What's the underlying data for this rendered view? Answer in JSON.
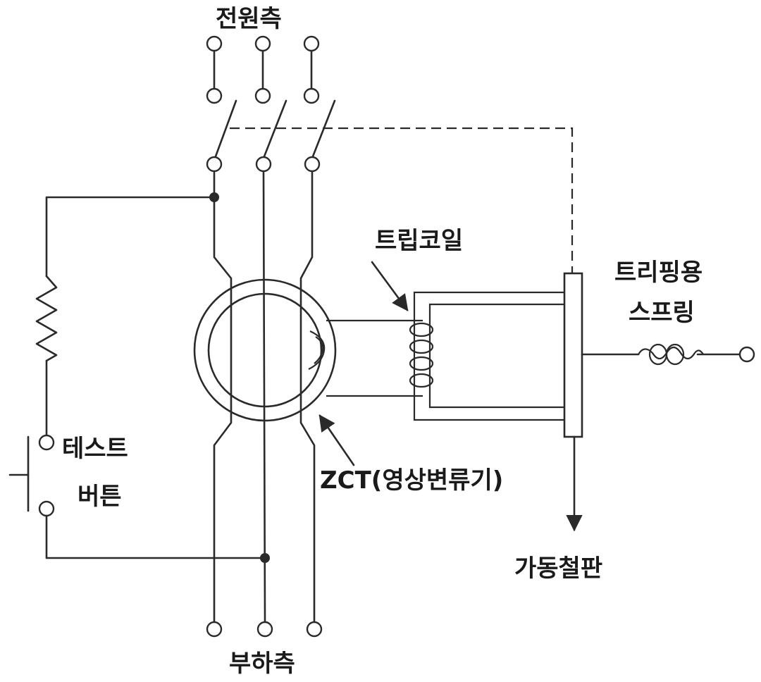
{
  "labels": {
    "source_side": "전원측",
    "load_side": "부하측",
    "trip_coil": "트립코일",
    "tripping_spring_line1": "트리핑용",
    "tripping_spring_line2": "스프링",
    "test_button_line1": "테스트",
    "test_button_line2": "버튼",
    "zct": "ZCT(영상변류기)",
    "movable_iron_plate": "가동철판"
  }
}
